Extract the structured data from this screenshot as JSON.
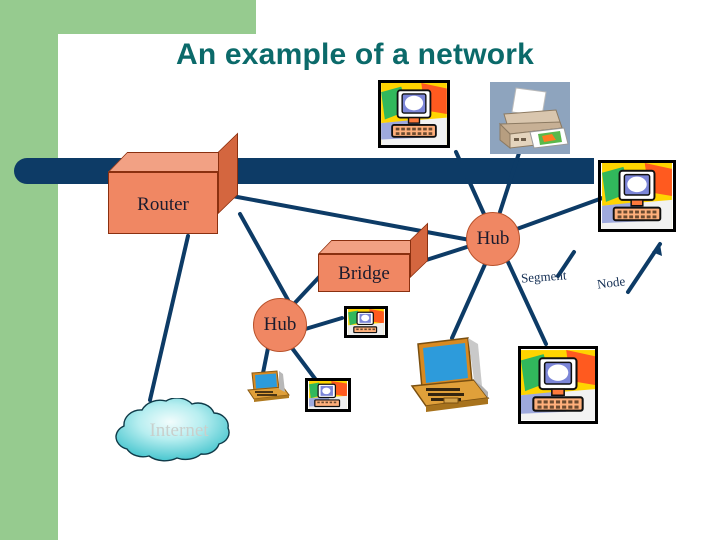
{
  "slide": {
    "title": "An example of a network",
    "title_color": "#0b6a6a",
    "background_color": "#ffffff",
    "accent_panel_color": "#96cb8f",
    "backbone_color": "#0d3b66",
    "device_color": "#f08763",
    "cloud_color": "#7fd8d8"
  },
  "nodes": {
    "router": {
      "label": "Router",
      "shape": "3d-box"
    },
    "bridge": {
      "label": "Bridge",
      "shape": "3d-box"
    },
    "hub_top": {
      "label": "Hub",
      "shape": "circle"
    },
    "hub_left": {
      "label": "Hub",
      "shape": "circle"
    },
    "internet": {
      "label": "Internet",
      "shape": "cloud"
    }
  },
  "annotations": {
    "segment": "Segment",
    "node": "Node"
  },
  "devices": [
    {
      "name": "desktop-computer-top",
      "icon": "computer-icon"
    },
    {
      "name": "printer-top",
      "icon": "printer-icon"
    },
    {
      "name": "desktop-computer-right",
      "icon": "computer-icon"
    },
    {
      "name": "small-computer-center",
      "icon": "computer-icon"
    },
    {
      "name": "laptop-small",
      "icon": "laptop-icon"
    },
    {
      "name": "small-computer-lower",
      "icon": "computer-icon"
    },
    {
      "name": "laptop-large",
      "icon": "laptop-icon"
    },
    {
      "name": "desktop-computer-bottom",
      "icon": "computer-icon"
    }
  ]
}
